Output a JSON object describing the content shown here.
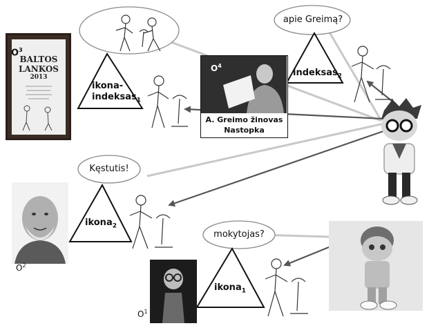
{
  "bubbles": {
    "top_right": "apie Greimą?",
    "left_middle": "Kęstutis!",
    "bottom_middle": "mokytojas?"
  },
  "labels": {
    "ikona_indeksas_line1": "ikona-",
    "ikona_indeksas_line2": "indeksas",
    "ikona_indeksas_sub": "1",
    "indeksas": "indeksas",
    "indeksas_sub": "2",
    "ikona2": "ikona",
    "ikona2_sub": "2",
    "ikona1": "ikona",
    "ikona1_sub": "1"
  },
  "objects": {
    "o3": "O",
    "o3_sup": "3",
    "o4": "O",
    "o4_sup": "4",
    "o2": "O",
    "o2_sup": "2",
    "o1": "O",
    "o1_sup": "1"
  },
  "poster": {
    "title_line1": "BALTOS",
    "title_line2": "LANKOS",
    "year": "2013"
  },
  "photo_caption": {
    "line1": "A. Greimo žinovas",
    "line2": "Nastopka"
  },
  "colors": {
    "arrow_dark": "#555555",
    "ray_light": "#c8c8c8",
    "photo_bg": "#3a3a3a"
  }
}
